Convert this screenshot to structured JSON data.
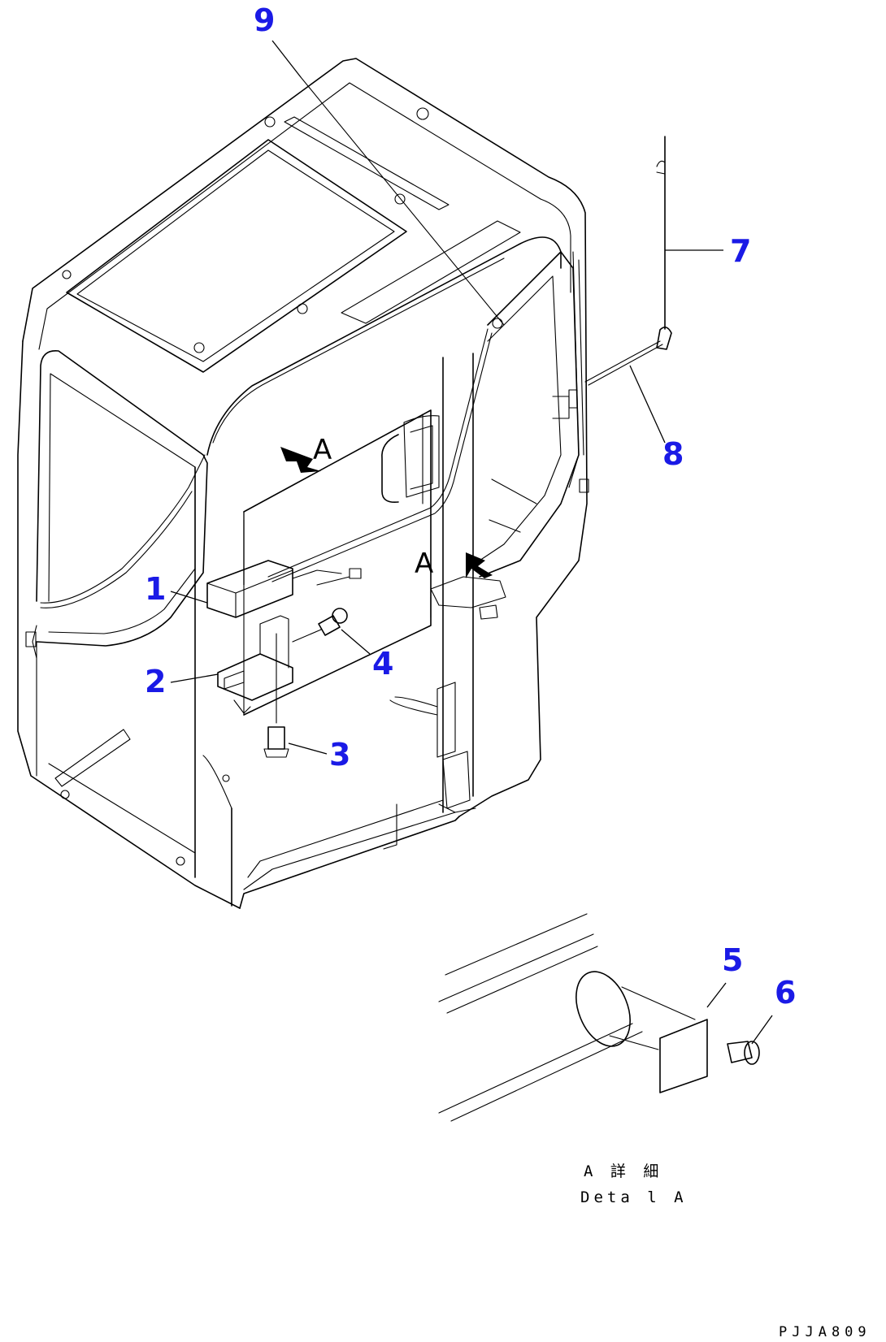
{
  "callouts": [
    {
      "id": "1",
      "label": "1"
    },
    {
      "id": "2",
      "label": "2"
    },
    {
      "id": "3",
      "label": "3"
    },
    {
      "id": "4",
      "label": "4"
    },
    {
      "id": "5",
      "label": "5"
    },
    {
      "id": "6",
      "label": "6"
    },
    {
      "id": "7",
      "label": "7"
    },
    {
      "id": "8",
      "label": "8"
    },
    {
      "id": "9",
      "label": "9"
    }
  ],
  "view_markers": {
    "upper": "A",
    "lower": "A"
  },
  "detail_caption": {
    "local": "A 詳 細",
    "english": "Deta l A"
  },
  "drawing_code": "PJJA809",
  "colors": {
    "callout": "#1a1ae6",
    "line": "#000000",
    "background": "#ffffff"
  }
}
